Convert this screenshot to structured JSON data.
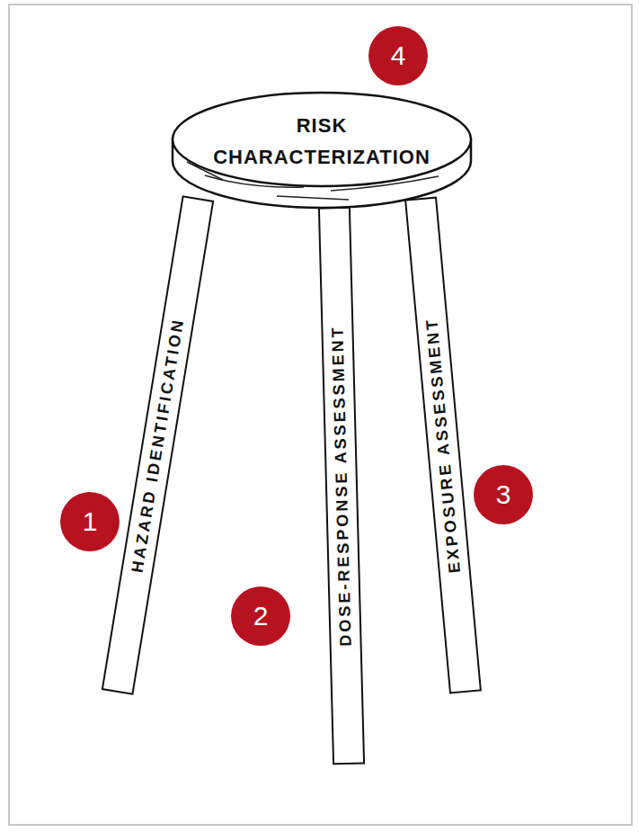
{
  "diagram": {
    "nodes": [
      {
        "text": [
          "RISK CHARACTERIZATION"
        ]
      },
      {
        "text": [
          "HAZARD IDENTIFICATION"
        ]
      },
      {
        "text": [
          "DOSE-RESPONSE ASSESSMENT"
        ]
      },
      {
        "text": [
          "EXPOSURE ASSESSMENT"
        ]
      }
    ],
    "labels": [
      "4",
      "1",
      "2",
      "3"
    ]
  }
}
